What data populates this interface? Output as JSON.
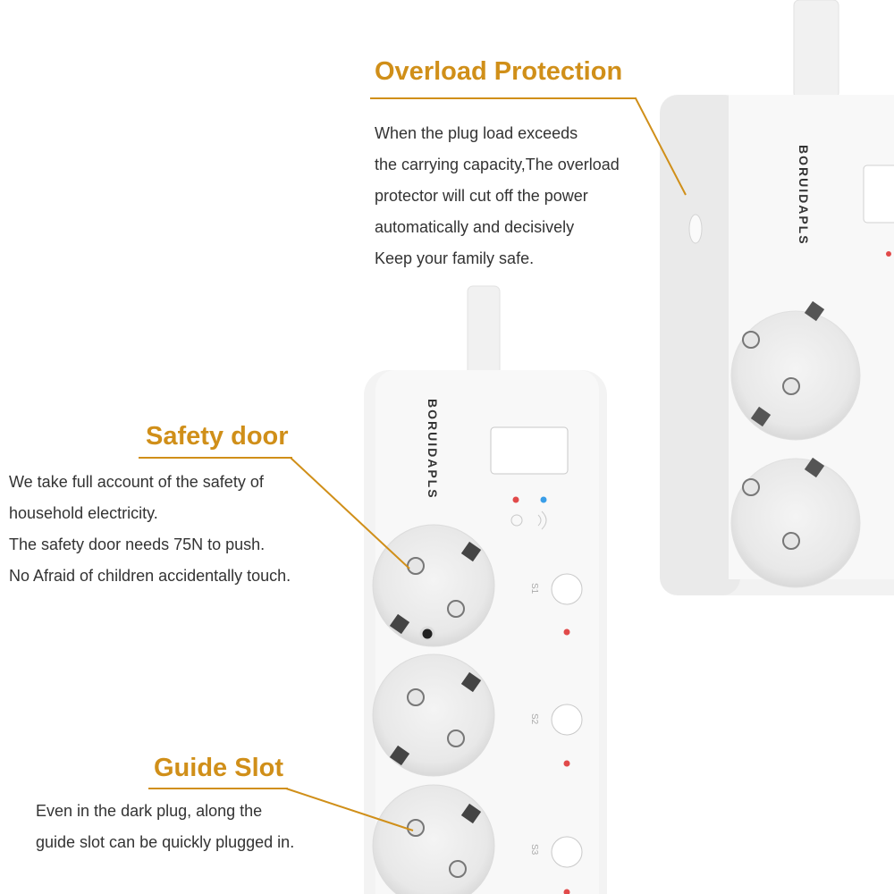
{
  "brand": "BORUIDAPLS",
  "colors": {
    "accent": "#d08f19",
    "text": "#333333",
    "led_red": "#e14a4a",
    "led_blue": "#3a9ee8"
  },
  "overload": {
    "title": "Overload Protection",
    "lines": [
      "When the plug load exceeds",
      "the carrying capacity,The overload",
      "protector will cut off the power",
      "automatically and decisively",
      "Keep your family safe."
    ]
  },
  "safety": {
    "title": "Safety door",
    "lines": [
      "We take full account of the safety of",
      "household electricity.",
      "The safety door needs 75N to push.",
      "No Afraid of children accidentally touch."
    ]
  },
  "guide": {
    "title": "Guide Slot",
    "lines": [
      "Even in the dark plug, along the",
      "guide slot can be quickly plugged in."
    ]
  },
  "switch_labels": [
    "S1",
    "S2",
    "S3"
  ]
}
